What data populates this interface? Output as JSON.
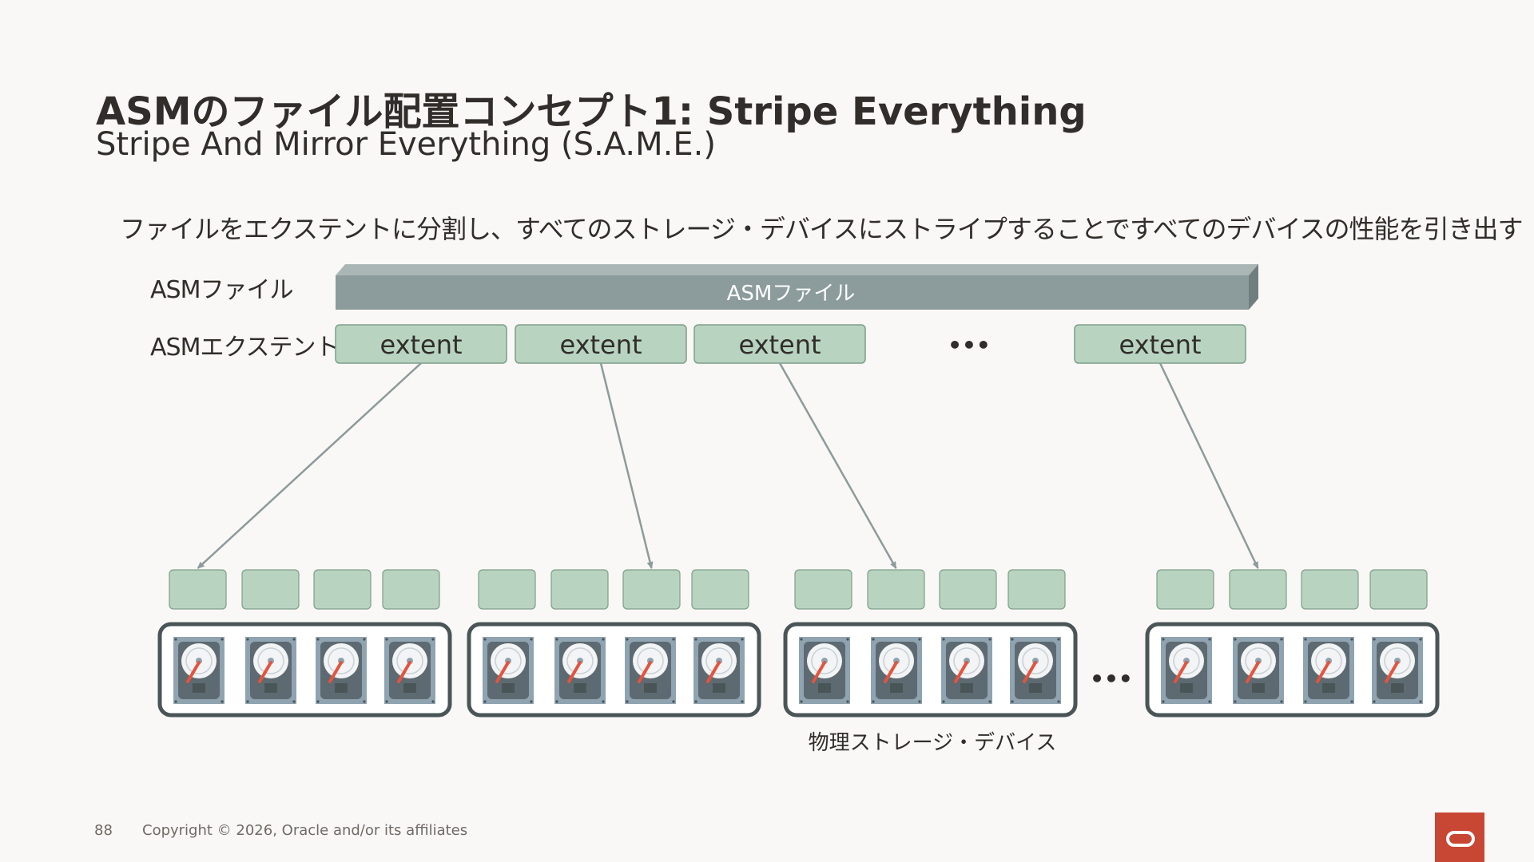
{
  "slide": {
    "title": "ASMのファイル配置コンセプト1: Stripe Everything",
    "subtitle": "Stripe And Mirror Everything (S.A.M.E.)",
    "description": "ファイルをエクステントに分割し、すべてのストレージ・デバイスにストライプすることですべてのデバイスの性能を引き出す"
  },
  "labels": {
    "asm_file": "ASMファイル",
    "asm_extent": "ASMエクステント"
  },
  "diagram": {
    "file_bar_label": "ASMファイル",
    "extents": [
      "extent",
      "extent",
      "extent",
      "extent"
    ],
    "extent_gap_ellipsis": "•••",
    "device_gap_ellipsis": "•••",
    "device_caption": "物理ストレージ・デバイス",
    "disk_groups": 4,
    "disks_per_group": 4,
    "arrows": [
      {
        "extent": 0,
        "group": 0,
        "block": 0
      },
      {
        "extent": 1,
        "group": 1,
        "block": 2
      },
      {
        "extent": 2,
        "group": 2,
        "block": 1
      },
      {
        "extent": 3,
        "group": 3,
        "block": 1
      }
    ],
    "colors": {
      "extent_fill": "#b8d4c1",
      "extent_stroke": "#7e9e89",
      "bar_fill": "#8c9b9b",
      "bar_top": "#aab6b6",
      "bar_side": "#6f7e7e",
      "arrow": "#8c9b9b",
      "group_border": "#4a5558",
      "disk_body": "#8fa3b0"
    }
  },
  "footer": {
    "page_number": "88",
    "copyright": "Copyright © 2026, Oracle and/or its affiliates"
  }
}
